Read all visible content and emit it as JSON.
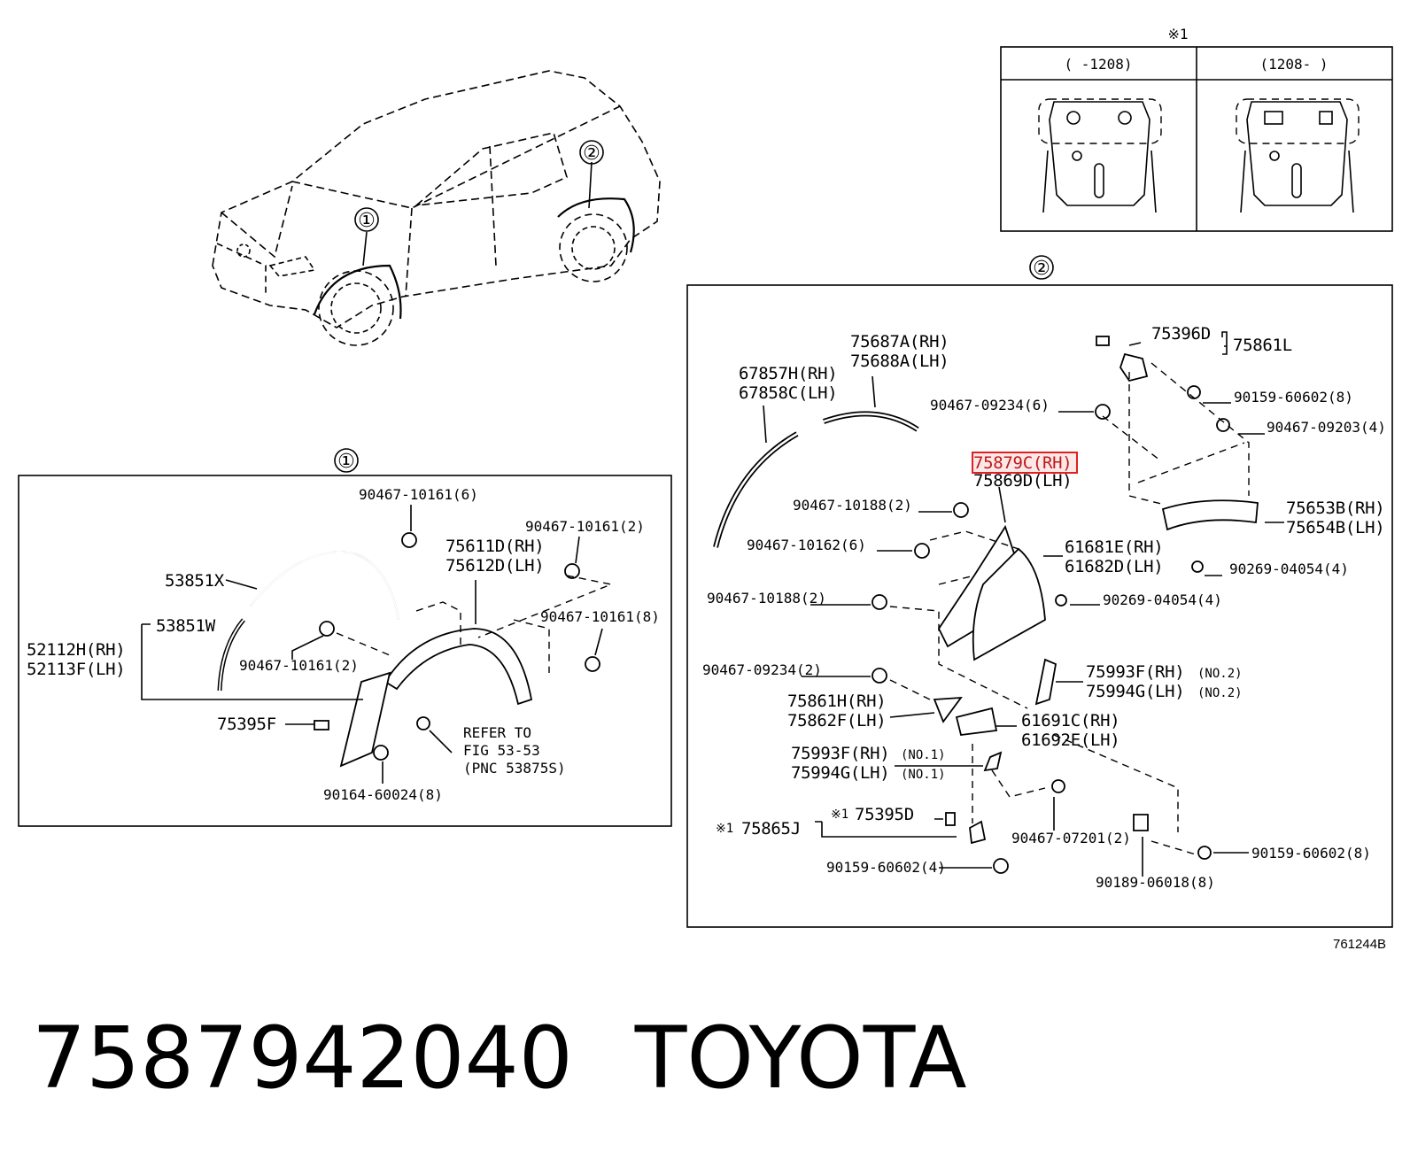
{
  "figure_code": "761244B",
  "footer": {
    "part_number": "7587942040",
    "brand": "TOYOTA"
  },
  "callouts": {
    "front": "①",
    "rear": "②",
    "note": "※1",
    "note_small": "※1"
  },
  "inset": {
    "col_left": "(   -1208)",
    "col_right": "(1208-   )"
  },
  "section1": {
    "p_53851X": "53851X",
    "p_53851W": "53851W",
    "p_52112H": "52112H(RH)",
    "p_52113F": "52113F(LH)",
    "p_90467_10161_6": "90467-10161(6)",
    "p_90467_10161_2a": "90467-10161(2)",
    "p_90467_10161_2b": "90467-10161(2)",
    "p_90467_10161_8": "90467-10161(8)",
    "p_75611D": "75611D(RH)",
    "p_75612D": "75612D(LH)",
    "p_75395F": "75395F",
    "refer_1": "REFER TO",
    "refer_2": "FIG 53-53",
    "refer_3": "(PNC 53875S)",
    "p_90164": "90164-60024(8)"
  },
  "section2": {
    "p_75687A": "75687A(RH)",
    "p_75688A": "75688A(LH)",
    "p_67857H": "67857H(RH)",
    "p_67858C": "67858C(LH)",
    "p_75396D": "75396D",
    "p_75861L": "75861L",
    "p_90159_8a": "90159-60602(8)",
    "p_90467_09234_6": "90467-09234(6)",
    "p_90467_09203": "90467-09203(4)",
    "p_75879C": "75879C(RH)",
    "p_75869D": "75869D(LH)",
    "p_90467_10188_a": "90467-10188(2)",
    "p_75653B": "75653B(RH)",
    "p_75654B": "75654B(LH)",
    "p_90467_10162": "90467-10162(6)",
    "p_61681E": "61681E(RH)",
    "p_61682D": "61682D(LH)",
    "p_90269_a": "90269-04054(4)",
    "p_90467_10188_b": "90467-10188(2)",
    "p_90269_b": "90269-04054(4)",
    "p_90467_09234_2": "90467-09234(2)",
    "p_75993F_a": "75993F(RH)",
    "p_75994G_a": "75994G(LH)",
    "no2_a": "(NO.2)",
    "no2_b": "(NO.2)",
    "p_75861H": "75861H(RH)",
    "p_75862F": "75862F(LH)",
    "p_61691C": "61691C(RH)",
    "p_61692E": "61692E(LH)",
    "p_75993F_b": "75993F(RH)",
    "p_75994G_b": "75994G(LH)",
    "no1_a": "(NO.1)",
    "no1_b": "(NO.1)",
    "p_75395D": "75395D",
    "p_75865J": "75865J",
    "p_90467_07201": "90467-07201(2)",
    "p_90159_4": "90159-60602(4)",
    "p_90189": "90189-06018(8)",
    "p_90159_8b": "90159-60602(8)"
  }
}
